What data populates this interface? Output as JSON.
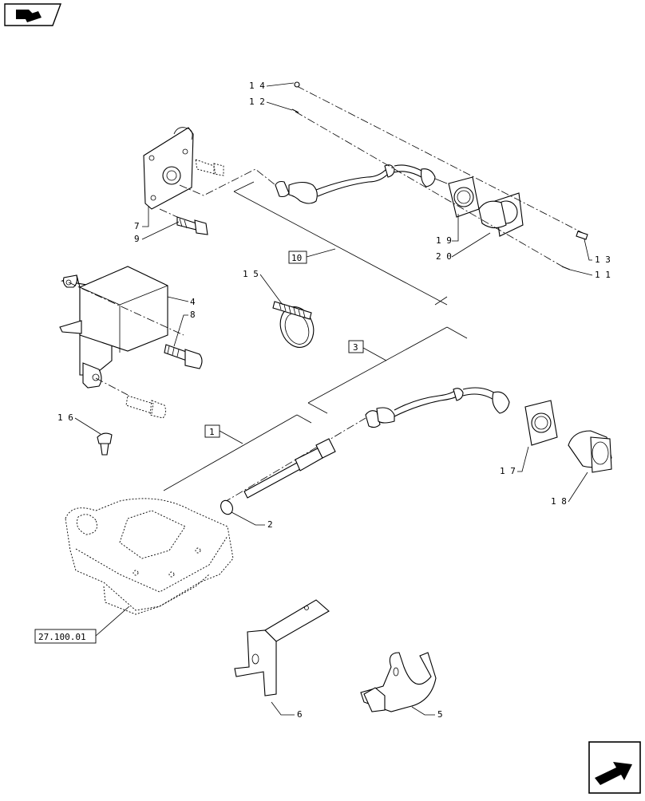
{
  "callouts": {
    "c1": "1",
    "c2": "2",
    "c3": "3",
    "c4": "4",
    "c5": "5",
    "c6": "6",
    "c7": "7",
    "c8": "8",
    "c9": "9",
    "c10": "10",
    "c11": "1 1",
    "c12": "1 2",
    "c13": "1 3",
    "c14": "1 4",
    "c15": "1 5",
    "c16": "1 6",
    "c17": "1 7",
    "c18": "1 8",
    "c19": "1 9",
    "c20": "2 0"
  },
  "reference": {
    "label": "27.100.01"
  },
  "icons": {
    "top_left": "book-arrow-icon",
    "bottom_right": "next-page-arrow-icon"
  }
}
